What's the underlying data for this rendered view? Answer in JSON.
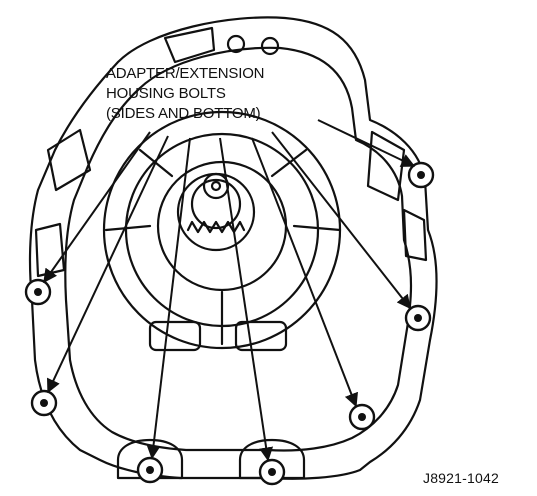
{
  "diagram": {
    "callout_lines": [
      "ADAPTER/EXTENSION",
      "HOUSING BOLTS",
      "(SIDES AND BOTTOM)"
    ],
    "figure_id": "J8921-1042",
    "line_color": "#111111",
    "background": "#ffffff"
  }
}
